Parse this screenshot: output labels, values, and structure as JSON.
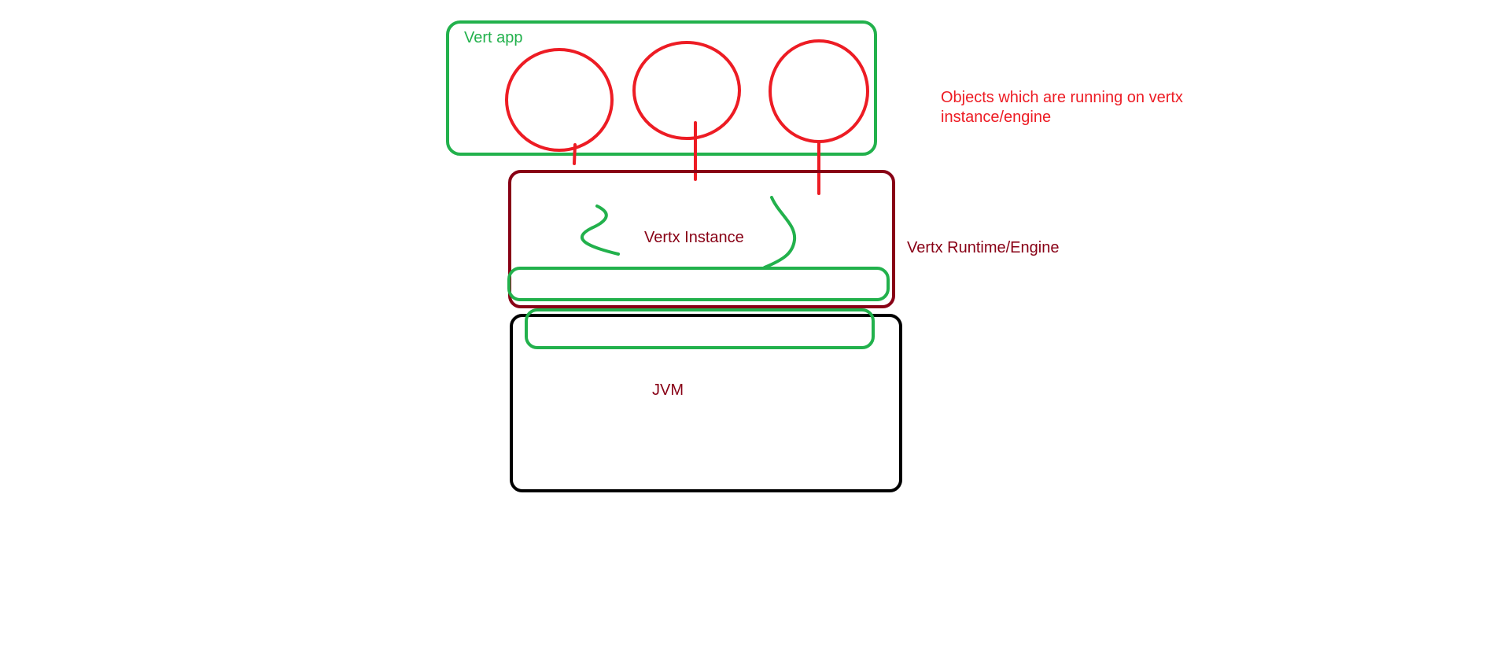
{
  "colors": {
    "green": "#22b14c",
    "red": "#ed1c24",
    "dark_red": "#880015",
    "black": "#000000",
    "background": "#ffffff"
  },
  "labels": {
    "vert_app": "Vert app",
    "vertx_instance": "Vertx Instance",
    "vertx_runtime": "Vertx Runtime/Engine",
    "jvm": "JVM",
    "objects_line1": "Objects which are running on vertx",
    "objects_line2": "instance/engine"
  }
}
